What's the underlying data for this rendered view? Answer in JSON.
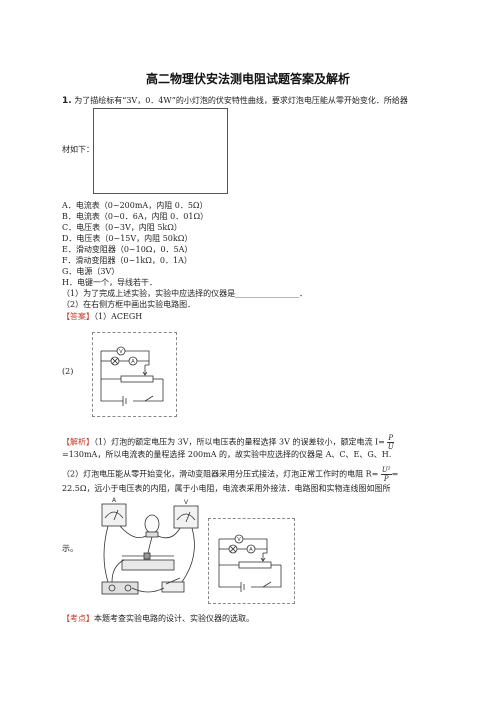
{
  "title": "高二物理伏安法测电阻试题答案及解析",
  "question": {
    "number": "1.",
    "stem_line1": "为了描绘标有“3V，0．4W”的小灯泡的伏安特性曲线，要求灯泡电压能从零开始变化．所给器",
    "stem_line2": "材如下：",
    "options": [
      "A．电流表（0~200mA，内阻 0．5Ω）",
      "B．电流表（0~0．6A，内阻 0．01Ω）",
      "C．电压表（0~3V，内阻 5kΩ）",
      "D．电压表（0~15V，内阻 50kΩ）",
      "E．滑动变阻器（0~10Ω，0．5A）",
      "F．滑动变阻器（0~1kΩ，0．1A）",
      "G．电源（3V）",
      "H．电键一个，导线若干．"
    ],
    "sub1": "（1）为了完成上述实验，实验中应选择的仪器是________________．",
    "sub2": "（2）在右侧方框中画出实验电路图．"
  },
  "answer": {
    "tag": "【答案】",
    "part1": "（1）ACEGH",
    "part2_label": "(2)"
  },
  "analysis": {
    "tag": "【解析】",
    "line1": "（1）灯泡的额定电压为 3V，所以电压表的量程选择 3V 的误差较小，额定电流 I=",
    "frac1_num": "P",
    "frac1_den": "U",
    "line2": "=130mA，所以电流表的量程选择 200mA 的，故实验中应选择的仪器是 A、C、E、G、H.",
    "line3": "（2）灯泡电压能从零开始变化，滑动变阻器采用分压式接法，灯泡正常工作时的电阻 R=",
    "frac2_num": "U²",
    "frac2_den": "P",
    "frac2_after": "=",
    "line4": "22.5Ω，远小于电压表的内阻，属于小电阻，电流表采用外接法．电路图和实物连线图如图所",
    "line5": "示。"
  },
  "kaodian": {
    "tag": "【考点】",
    "text": "本题考查实验电路的设计、实验仪器的选取。"
  },
  "meters": {
    "ammeter": "A",
    "voltmeter": "V"
  },
  "circuit_labels": {
    "V": "V",
    "A": "A",
    "L": "⊗"
  }
}
